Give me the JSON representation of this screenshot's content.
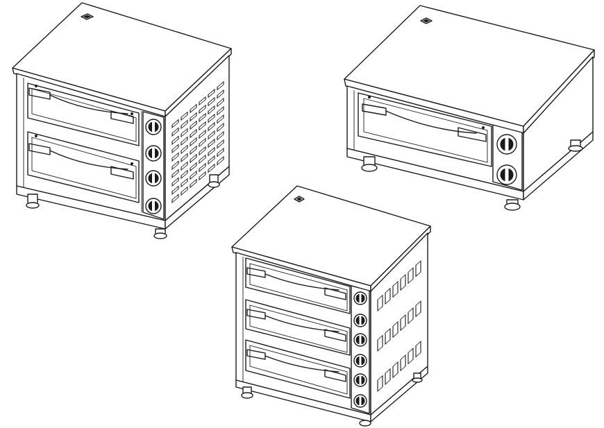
{
  "image": {
    "subject": "line-drawing-of-three-countertop-pizza-ovens",
    "background_color": "#ffffff",
    "line_color": "#1a1a1a"
  },
  "ovens": [
    {
      "id": "double-deck-oven",
      "chambers": 2,
      "knobs": 4,
      "side_vents": true
    },
    {
      "id": "single-deck-oven",
      "chambers": 1,
      "knobs": 2,
      "side_vents": false
    },
    {
      "id": "triple-deck-oven",
      "chambers": 3,
      "knobs": 6,
      "side_vents": true
    }
  ]
}
